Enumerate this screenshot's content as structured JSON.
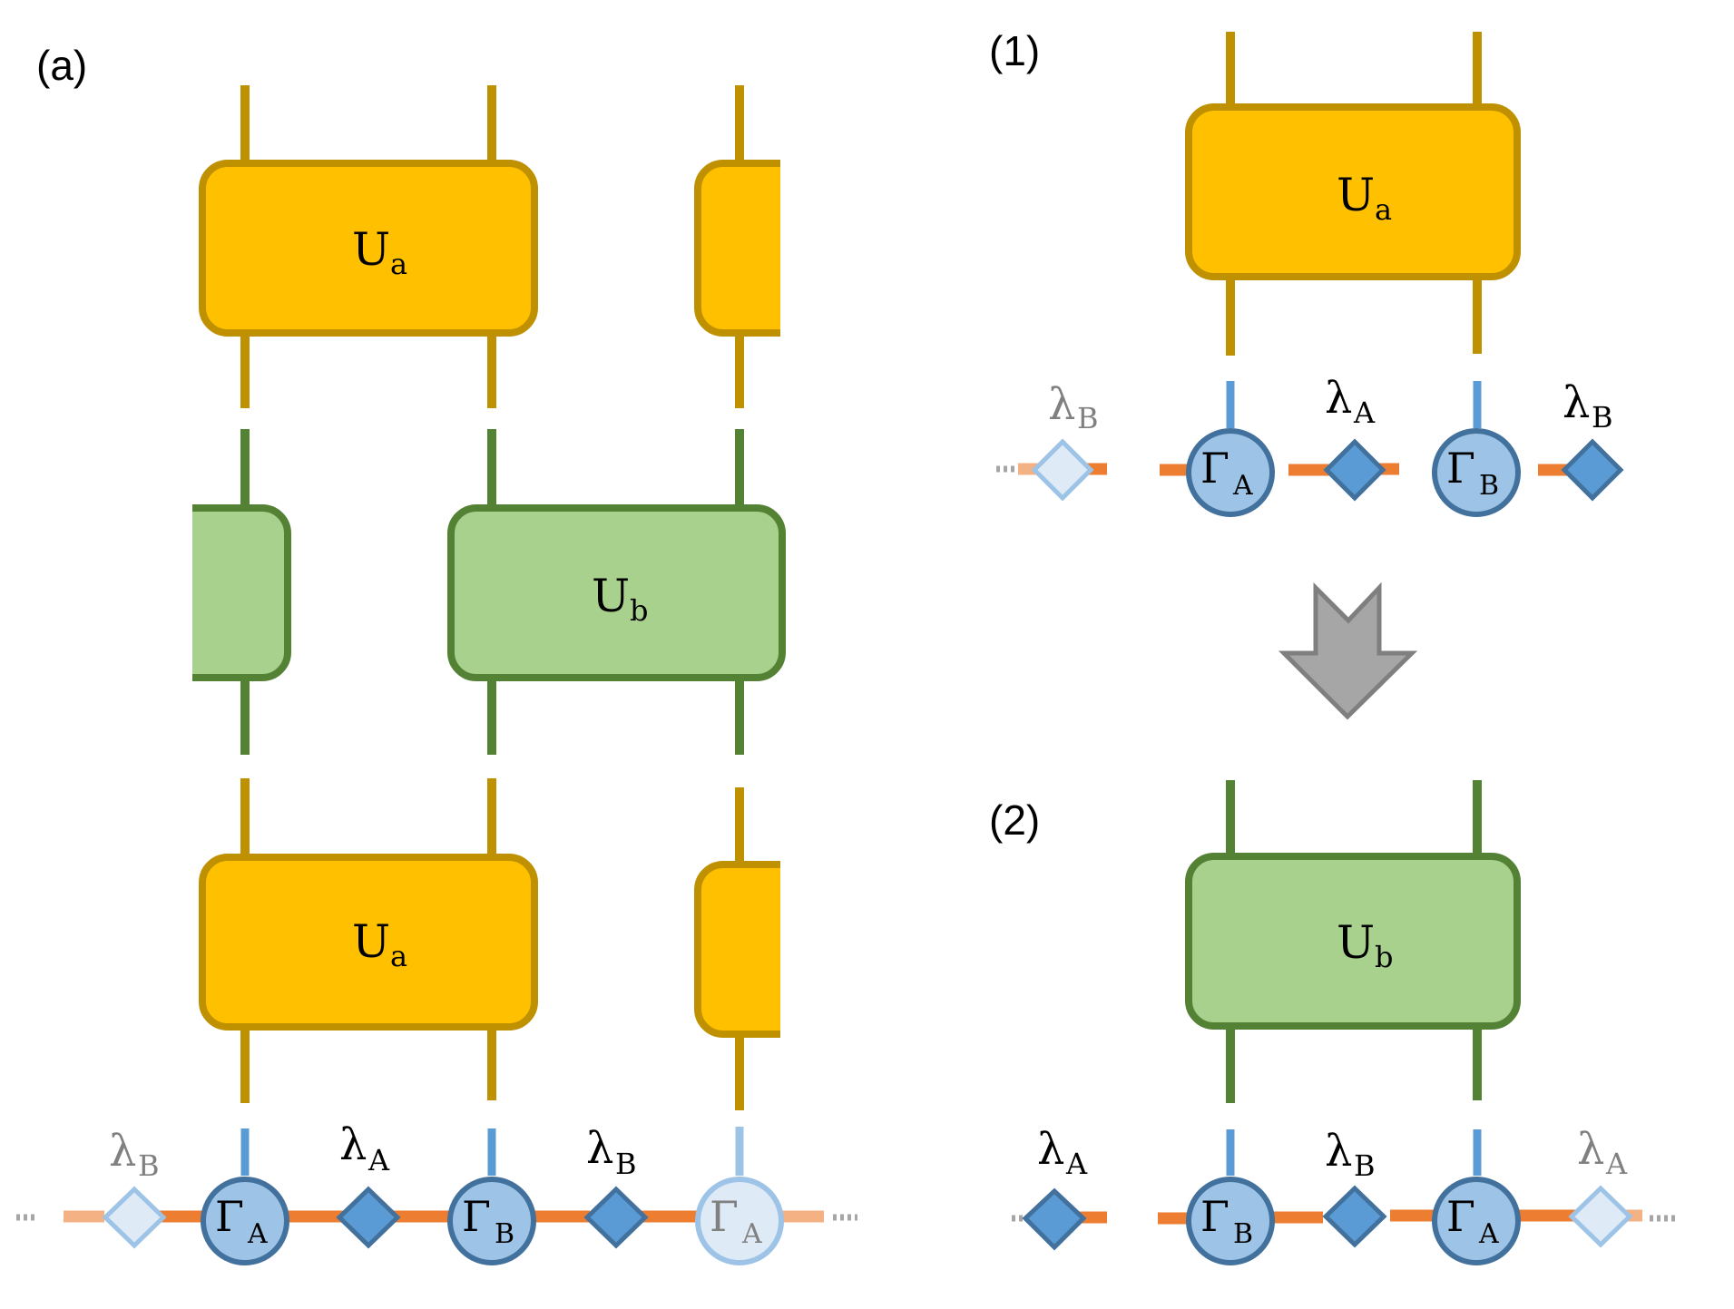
{
  "panels": {
    "a": {
      "label": "(a)"
    },
    "one": {
      "label": "(1)"
    },
    "two": {
      "label": "(2)"
    }
  },
  "gates": {
    "ua": {
      "main": "U",
      "sub": "a"
    },
    "ub": {
      "main": "U",
      "sub": "b"
    }
  },
  "nodes": {
    "gamma": "Γ",
    "lambda": "λ",
    "A": "A",
    "B": "B"
  },
  "colors": {
    "gate_a_fill": "#FFC000",
    "gate_a_stroke": "#BF9000",
    "gate_b_fill": "#A9D18E",
    "gate_b_stroke": "#548235",
    "gamma_fill": "#9DC3E6",
    "gamma_stroke": "#41719C",
    "gamma_leg": "#5B9BD5",
    "lambda_fill": "#5B9BD5",
    "bond": "#ED7D31",
    "bond_faded": "#F4B183",
    "ghost_fill": "#DEEBF7",
    "ghost_stroke": "#9DC3E6",
    "arrow_fill": "#A6A6A6",
    "arrow_stroke": "#7F7F7F",
    "dots": "#A6A6A6"
  },
  "chain_a": {
    "labels": [
      {
        "kind": "lambda",
        "sub": "B",
        "ghost": true
      },
      {
        "kind": "gamma",
        "sub": "A",
        "ghost": false
      },
      {
        "kind": "lambda",
        "sub": "A",
        "ghost": false
      },
      {
        "kind": "gamma",
        "sub": "B",
        "ghost": false
      },
      {
        "kind": "lambda",
        "sub": "B",
        "ghost": false
      },
      {
        "kind": "gamma",
        "sub": "A",
        "ghost": true
      }
    ]
  },
  "chain_1": {
    "labels": [
      {
        "kind": "lambda",
        "sub": "B",
        "ghost": true
      },
      {
        "kind": "gamma",
        "sub": "A",
        "ghost": false
      },
      {
        "kind": "lambda",
        "sub": "A",
        "ghost": false
      },
      {
        "kind": "gamma",
        "sub": "B",
        "ghost": false
      },
      {
        "kind": "lambda",
        "sub": "B",
        "ghost": false
      }
    ]
  },
  "chain_2": {
    "labels": [
      {
        "kind": "lambda",
        "sub": "A",
        "ghost": false
      },
      {
        "kind": "gamma",
        "sub": "B",
        "ghost": false
      },
      {
        "kind": "lambda",
        "sub": "B",
        "ghost": false
      },
      {
        "kind": "gamma",
        "sub": "A",
        "ghost": false
      },
      {
        "kind": "lambda",
        "sub": "A",
        "ghost": true
      }
    ]
  },
  "arrow": {
    "icon": "down-arrow-icon"
  }
}
